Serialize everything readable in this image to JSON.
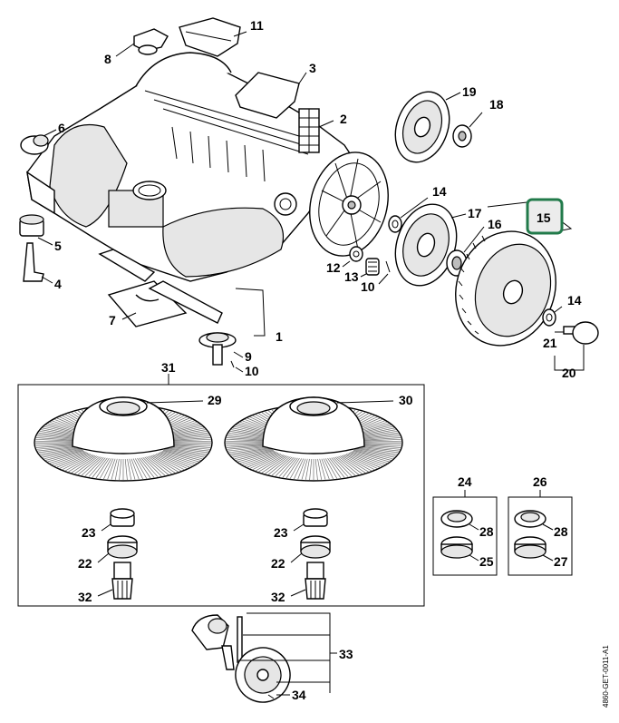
{
  "diagram": {
    "reference_code": "4860-GET-0011-A1",
    "highlighted_part": "15",
    "highlight_color": "#217a4a",
    "callouts": {
      "c1": "1",
      "c2": "2",
      "c3": "3",
      "c4": "4",
      "c5": "5",
      "c6": "6",
      "c7": "7",
      "c8": "8",
      "c9": "9",
      "c10a": "10",
      "c10b": "10",
      "c11": "11",
      "c12": "12",
      "c13": "13",
      "c14a": "14",
      "c14b": "14",
      "c15": "15",
      "c16": "16",
      "c17": "17",
      "c18": "18",
      "c19": "19",
      "c20": "20",
      "c21": "21",
      "c22a": "22",
      "c22b": "22",
      "c23a": "23",
      "c23b": "23",
      "c24": "24",
      "c25": "25",
      "c26": "26",
      "c27": "27",
      "c28a": "28",
      "c28b": "28",
      "c29": "29",
      "c30": "30",
      "c31": "31",
      "c32a": "32",
      "c32b": "32",
      "c33": "33",
      "c34": "34"
    }
  }
}
